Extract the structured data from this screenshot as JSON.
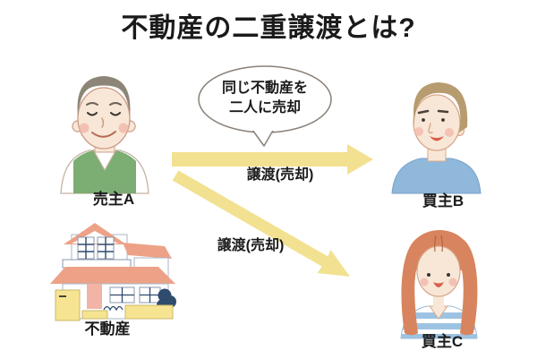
{
  "title": "不動産の二重譲渡とは?",
  "speech_bubble": {
    "line1": "同じ不動産を",
    "line2": "二人に売却"
  },
  "arrows": {
    "to_buyer_b": {
      "label": "譲渡(売却)"
    },
    "to_buyer_c": {
      "label": "譲渡(売却)"
    }
  },
  "actors": {
    "seller_a": {
      "label": "売主A"
    },
    "property": {
      "label": "不動産"
    },
    "buyer_b": {
      "label": "買主B"
    },
    "buyer_c": {
      "label": "買主C"
    }
  },
  "palette": {
    "arrow_yellow": "#F2E190",
    "outline_gray": "#8A8177",
    "roof_salmon": "#EDA287",
    "door_pink": "#F2B4A6",
    "house_yellow": "#F6E493",
    "vest_green": "#7CAD72",
    "sweater_blue": "#8FB8DB",
    "stripe_blue": "#9DC3E2",
    "hair_gray": "#8D8577",
    "hair_brown": "#B69C6E",
    "hair_orange": "#D8845E",
    "skin": "#F8E7D6",
    "blush": "#F2B3A8",
    "bush_navy": "#2F4B6E",
    "text_black": "#1A1A1A"
  }
}
